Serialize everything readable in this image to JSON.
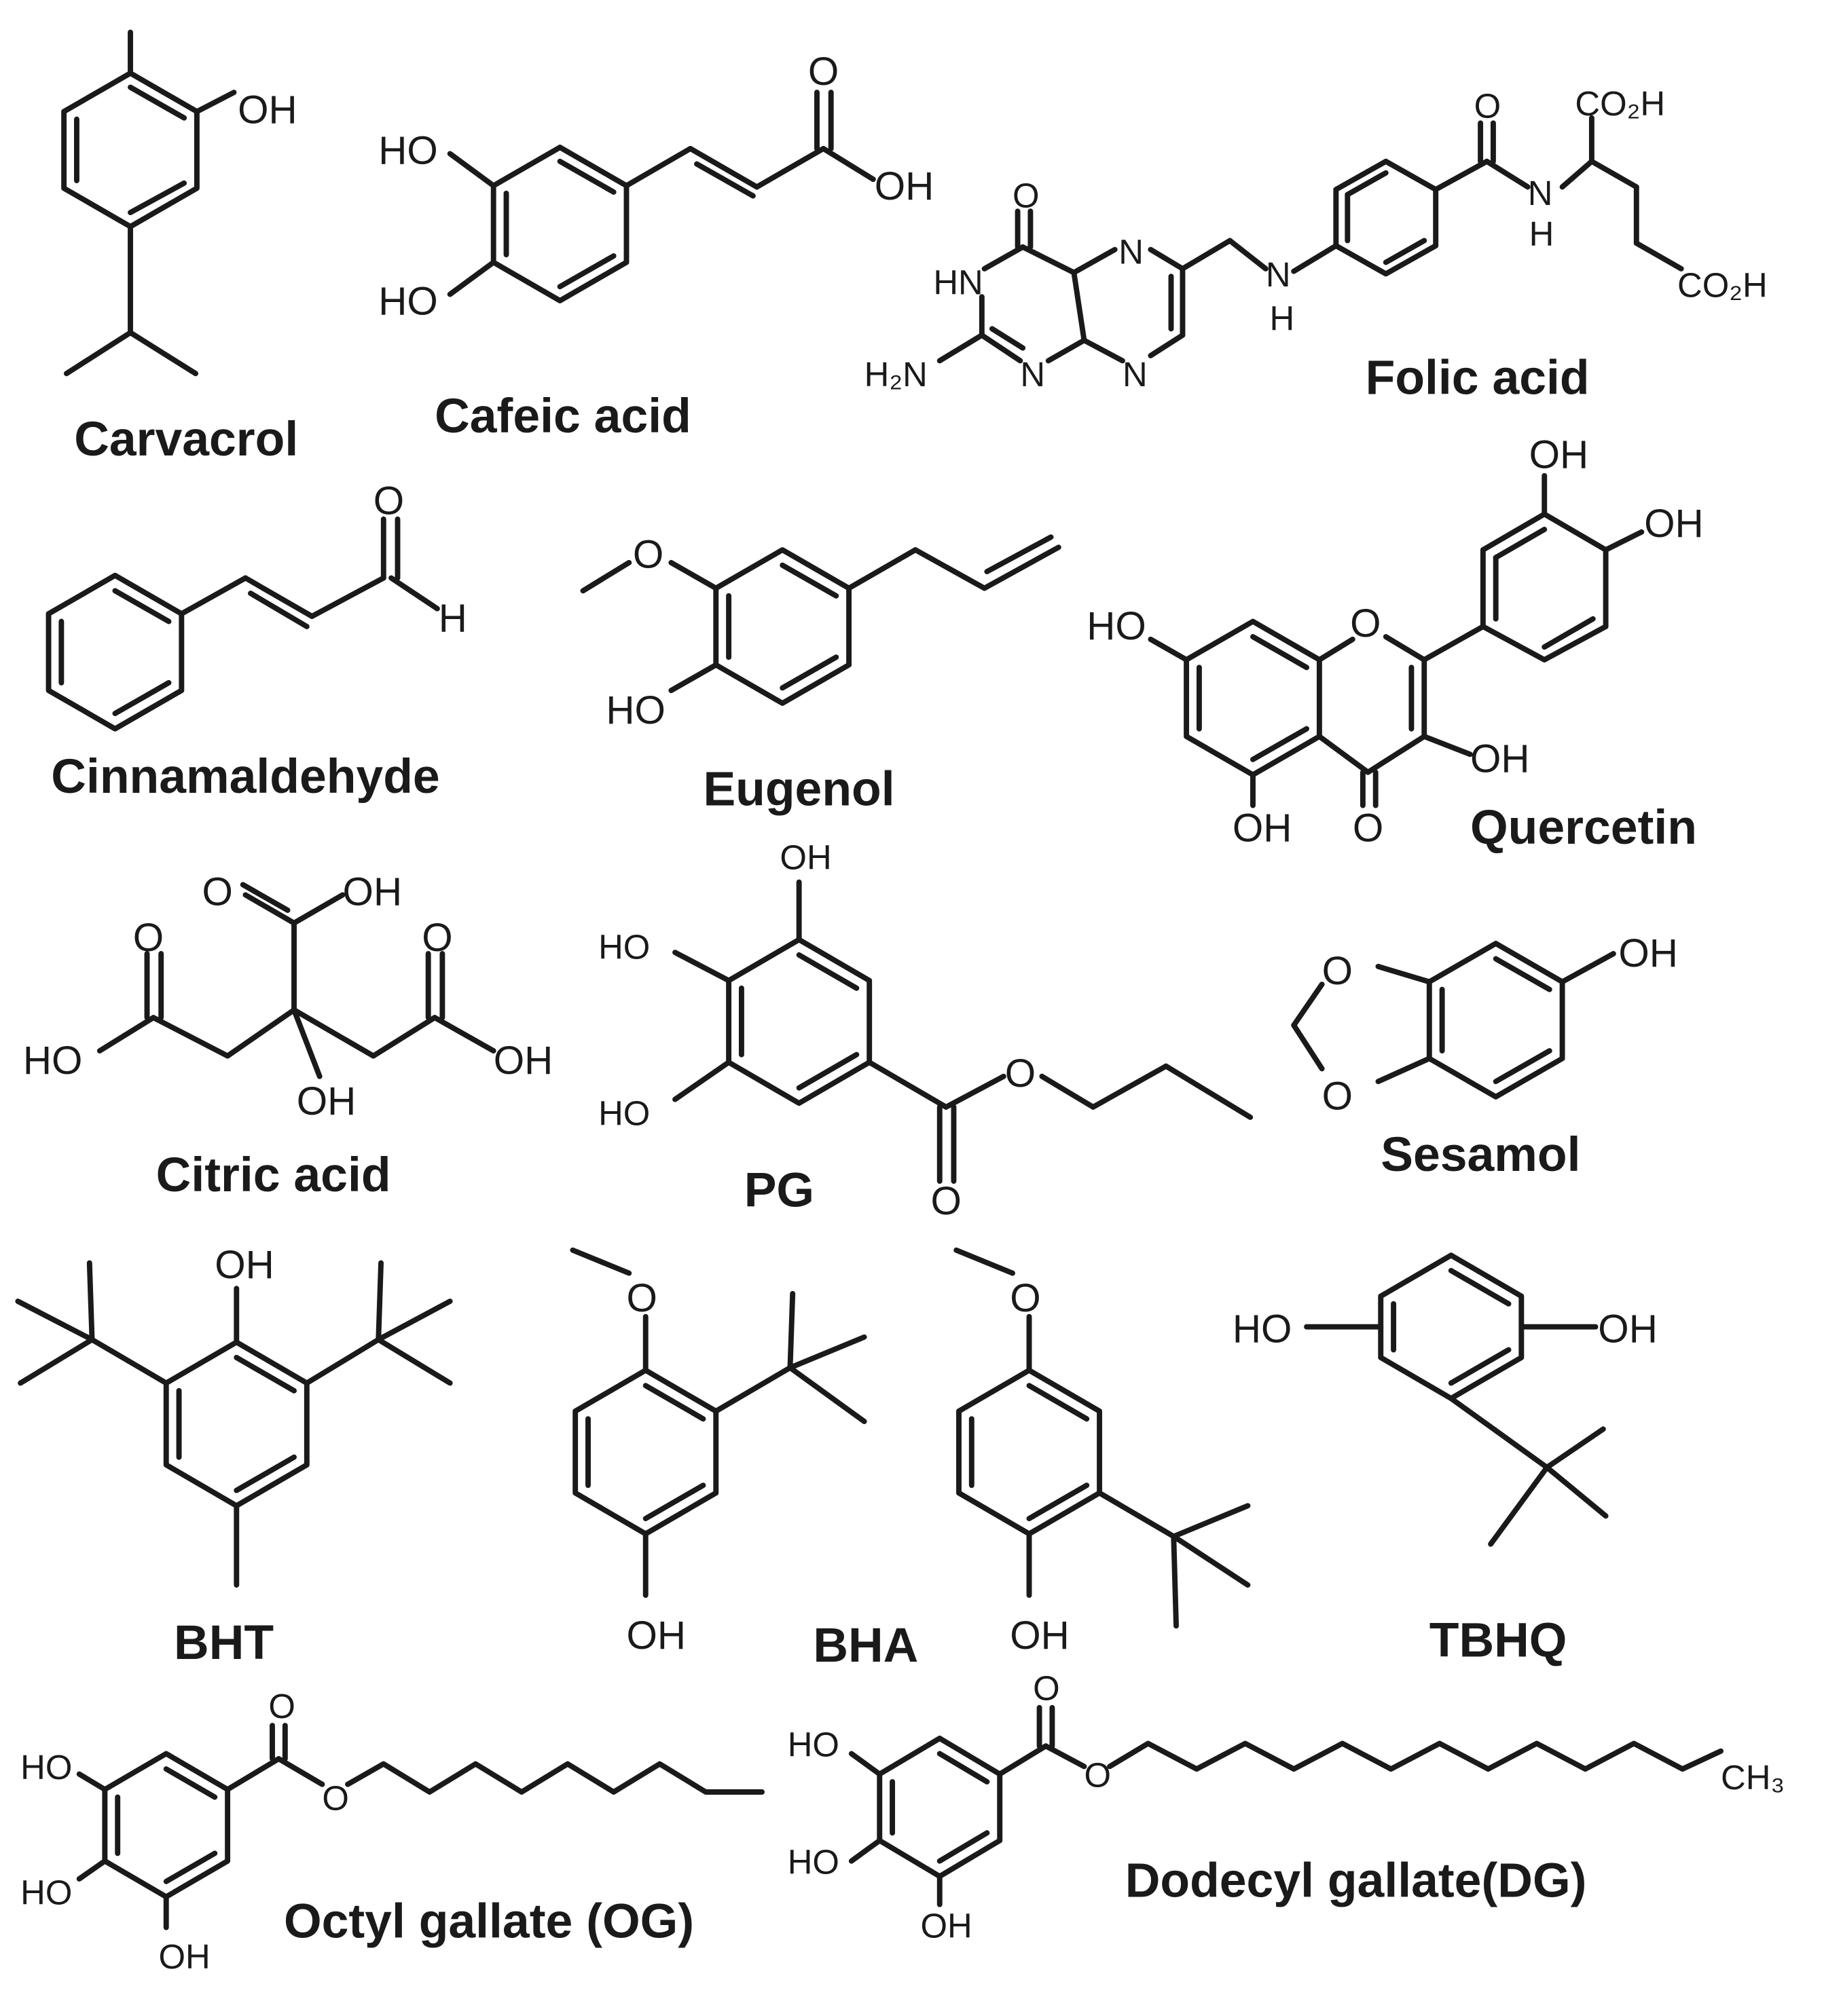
{
  "labels": {
    "carvacrol": "Carvacrol",
    "caffeic_acid": "Cafeic acid",
    "folic_acid": "Folic acid",
    "cinnamaldehyde": "Cinnamaldehyde",
    "eugenol": "Eugenol",
    "quercetin": "Quercetin",
    "citric_acid": "Citric acid",
    "pg": "PG",
    "sesamol": "Sesamol",
    "bht": "BHT",
    "bha": "BHA",
    "tbhq": "TBHQ",
    "octyl_gallate": "Octyl gallate (OG)",
    "dodecyl_gallate": "Dodecyl gallate(DG)"
  },
  "atoms": {
    "oh": "OH",
    "ho": "HO",
    "o": "O",
    "h": "H",
    "n": "N",
    "hn": "HN",
    "h2n": "H₂N",
    "co2h": "CO₂H",
    "ch3": "CH₃"
  }
}
